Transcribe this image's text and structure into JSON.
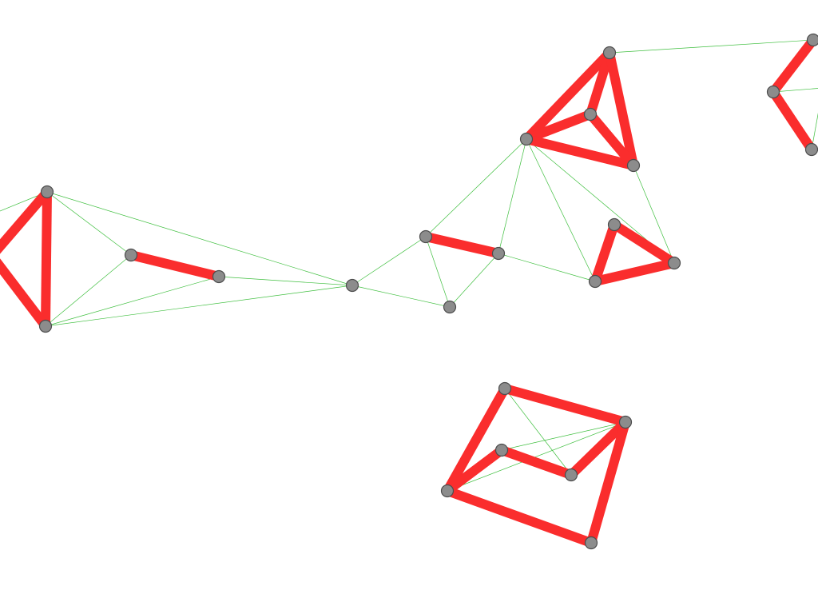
{
  "colors": {
    "background": "#ffffff",
    "weak_edge": "#3fbf3f",
    "strong_edge": "#fa2d2d",
    "node_fill": "#8c8c8c",
    "node_stroke": "#4d4d4d"
  },
  "graph": {
    "nodes": [
      {
        "id": "n0"
      },
      {
        "id": "n1"
      },
      {
        "id": "n2"
      },
      {
        "id": "n3"
      },
      {
        "id": "n4"
      },
      {
        "id": "n5"
      },
      {
        "id": "n6"
      },
      {
        "id": "n7"
      },
      {
        "id": "n8"
      },
      {
        "id": "n9"
      },
      {
        "id": "n10"
      },
      {
        "id": "n11"
      },
      {
        "id": "n12"
      },
      {
        "id": "n13"
      },
      {
        "id": "n14"
      },
      {
        "id": "n15"
      },
      {
        "id": "n16"
      },
      {
        "id": "n17"
      },
      {
        "id": "n18"
      },
      {
        "id": "n19"
      },
      {
        "id": "n20"
      },
      {
        "id": "n21"
      }
    ],
    "strong_edges": [
      [
        "n0",
        "n1"
      ],
      [
        "n0",
        "n2"
      ],
      [
        "n2",
        "n1"
      ],
      [
        "n3",
        "n4"
      ],
      [
        "n7",
        "n8"
      ],
      [
        "n10",
        "n11"
      ],
      [
        "n10",
        "n12"
      ],
      [
        "n10",
        "n13"
      ],
      [
        "n11",
        "n12"
      ],
      [
        "n11",
        "n13"
      ],
      [
        "n12",
        "n13"
      ],
      [
        "n14",
        "n15"
      ],
      [
        "n15",
        "n16"
      ],
      [
        "n16",
        "n14"
      ],
      [
        "n17",
        "n18"
      ],
      [
        "n17",
        "n19"
      ],
      [
        "n20",
        "n21"
      ],
      [
        "n20",
        "n22"
      ],
      [
        "n21",
        "n23"
      ],
      [
        "n23",
        "n24"
      ],
      [
        "n24",
        "n22"
      ],
      [
        "n22",
        "n25"
      ],
      [
        "n25",
        "n23"
      ],
      [
        "n25",
        "n24"
      ],
      [
        "n21",
        "n24"
      ]
    ],
    "weak_edges": [
      [
        "n0",
        "n3"
      ],
      [
        "n0",
        "n5"
      ],
      [
        "n0",
        "n2w"
      ],
      [
        "n1",
        "n3"
      ],
      [
        "n1",
        "n4"
      ],
      [
        "n1",
        "n5"
      ],
      [
        "n2w",
        "n1"
      ],
      [
        "n4",
        "n5"
      ],
      [
        "n5",
        "n7"
      ],
      [
        "n5",
        "n9"
      ],
      [
        "n7",
        "n9"
      ],
      [
        "n8",
        "n9"
      ],
      [
        "n8",
        "n14"
      ],
      [
        "n7",
        "n10"
      ],
      [
        "n10",
        "n8"
      ],
      [
        "n10",
        "n14"
      ],
      [
        "n10",
        "n15"
      ],
      [
        "n12",
        "n15"
      ],
      [
        "n11",
        "n17"
      ],
      [
        "n17",
        "n19w"
      ],
      [
        "n18",
        "n19w"
      ],
      [
        "n20",
        "n24"
      ],
      [
        "n21",
        "n22"
      ],
      [
        "n21",
        "n25"
      ]
    ]
  }
}
